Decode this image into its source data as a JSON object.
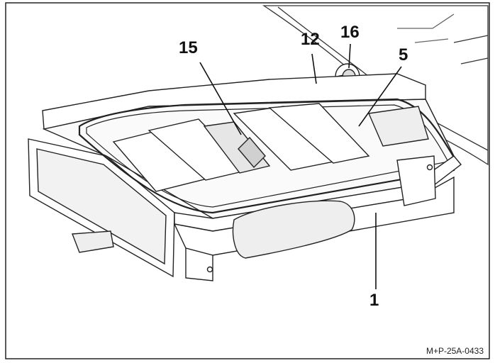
{
  "figure": {
    "callouts": [
      {
        "id": "15",
        "label": "15"
      },
      {
        "id": "12",
        "label": "12"
      },
      {
        "id": "16",
        "label": "16"
      },
      {
        "id": "5",
        "label": "5"
      },
      {
        "id": "1",
        "label": "1"
      }
    ],
    "figure_code": "M+P-25A-0433"
  }
}
